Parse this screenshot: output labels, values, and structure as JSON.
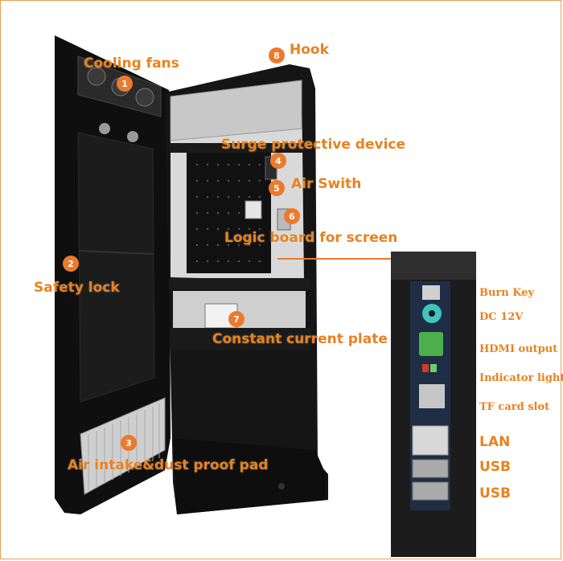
{
  "callouts": [
    {
      "num": "1",
      "label": "Cooling fans"
    },
    {
      "num": "2",
      "label": "Safety lock"
    },
    {
      "num": "3",
      "label": "Air intake&dust proof pad"
    },
    {
      "num": "4",
      "label": "Surge protective device"
    },
    {
      "num": "5",
      "label": "Air Swith"
    },
    {
      "num": "6",
      "label": "Logic board for screen"
    },
    {
      "num": "7",
      "label": "Constant current plate"
    },
    {
      "num": "8",
      "label": "Hook"
    }
  ],
  "ports": [
    "Burn Key",
    "DC 12V",
    "HDMI output",
    "Indicator light",
    "TF card slot",
    "LAN",
    "USB",
    "USB"
  ],
  "colors": {
    "accent": "#ec7a2c",
    "label": "#e8821e",
    "cabinet": "#141414"
  }
}
